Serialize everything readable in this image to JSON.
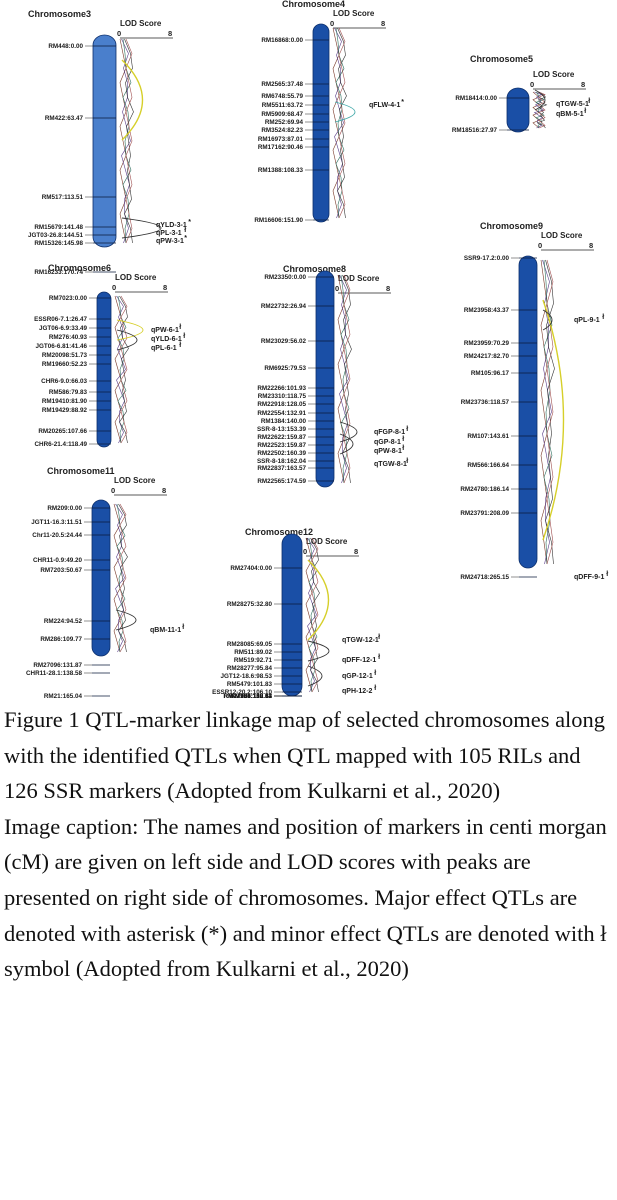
{
  "lod_axis_label": "LOD Score",
  "chromosomes": [
    {
      "title": "Chromosome3",
      "tick_lo": "0",
      "tick_hi": "8",
      "color": "#4a7fcc",
      "markers": [
        {
          "label": "RM448:0.00"
        },
        {
          "label": "RM422:63.47"
        },
        {
          "label": "RM517:113.51"
        },
        {
          "label": "RM15679:141.48"
        },
        {
          "label": "JGT03-26.8:144.51"
        },
        {
          "label": "RM15326:145.98"
        },
        {
          "label": "RM16233:170.74"
        }
      ],
      "qtls": [
        {
          "label": "qYLD-3-1",
          "mark": "*"
        },
        {
          "label": "qPL-3-1",
          "mark": "ł"
        },
        {
          "label": "qPW-3-1",
          "mark": "*"
        }
      ]
    },
    {
      "title": "Chromosome4",
      "tick_lo": "0",
      "tick_hi": "8",
      "color": "#1a4fa6",
      "markers": [
        {
          "label": "RM16868:0.00"
        },
        {
          "label": "RM2565:37.48"
        },
        {
          "label": "RM6748:55.79"
        },
        {
          "label": "RM5511:63.72"
        },
        {
          "label": "RM5909:68.47"
        },
        {
          "label": "RM252:69.94"
        },
        {
          "label": "RM3524:82.23"
        },
        {
          "label": "RM16973:87.01"
        },
        {
          "label": "RM17162:90.46"
        },
        {
          "label": "RM1388:108.33"
        },
        {
          "label": "RM16606:151.90"
        }
      ],
      "qtls": [
        {
          "label": "qFLW-4-1",
          "mark": "*"
        }
      ]
    },
    {
      "title": "Chromosome5",
      "tick_lo": "0",
      "tick_hi": "8",
      "color": "#1a4fa6",
      "markers": [
        {
          "label": "RM18414:0.00"
        },
        {
          "label": "RM18516:27.97"
        }
      ],
      "qtls": [
        {
          "label": "qTGW-5-1",
          "mark": "ł"
        },
        {
          "label": "qBM-5-1",
          "mark": "ł"
        }
      ]
    },
    {
      "title": "Chromosome6",
      "tick_lo": "0",
      "tick_hi": "8",
      "color": "#1a4fa6",
      "markers": [
        {
          "label": "RM7023:0.00"
        },
        {
          "label": "ESSR06-7.1:26.47"
        },
        {
          "label": "JGT06-6.9:33.49"
        },
        {
          "label": "RM276:40.93"
        },
        {
          "label": "JGT06-6.81:41.46"
        },
        {
          "label": "RM20098:51.73"
        },
        {
          "label": "RM19660:52.23"
        },
        {
          "label": "CHR6-9.0:66.03"
        },
        {
          "label": "RM586:79.83"
        },
        {
          "label": "RM19410:81.90"
        },
        {
          "label": "RM19429:88.92"
        },
        {
          "label": "RM20265:107.66"
        },
        {
          "label": "CHR6-21.4:118.49"
        }
      ],
      "qtls": [
        {
          "label": "qPW-6-1",
          "mark": "ł"
        },
        {
          "label": "qYLD-6-1",
          "mark": "ł"
        },
        {
          "label": "qPL-6-1",
          "mark": "ł"
        }
      ]
    },
    {
      "title": "Chromosome8",
      "tick_lo": "0",
      "tick_hi": "8",
      "color": "#1a4fa6",
      "markers": [
        {
          "label": "RM23350:0.00"
        },
        {
          "label": "RM22732:26.94"
        },
        {
          "label": "RM23029:56.02"
        },
        {
          "label": "RM6925:79.53"
        },
        {
          "label": "RM22266:101.93"
        },
        {
          "label": "RM23310:118.75"
        },
        {
          "label": "RM22918:128.05"
        },
        {
          "label": "RM22554:132.91"
        },
        {
          "label": "RM1384:140.00"
        },
        {
          "label": "SSR-8-13:153.39"
        },
        {
          "label": "RM22622:159.87"
        },
        {
          "label": "RM22523:159.87"
        },
        {
          "label": "RM22502:160.39"
        },
        {
          "label": "SSR-8-18:162.04"
        },
        {
          "label": "RM22837:163.57"
        },
        {
          "label": "RM22565:174.59"
        }
      ],
      "qtls": [
        {
          "label": "qFGP-8-1",
          "mark": "ł"
        },
        {
          "label": "qGP-8-1",
          "mark": "ł"
        },
        {
          "label": "qPW-8-1",
          "mark": "ł"
        },
        {
          "label": "qTGW-8-1",
          "mark": "ł"
        }
      ]
    },
    {
      "title": "Chromosome9",
      "tick_lo": "0",
      "tick_hi": "8",
      "color": "#1a4fa6",
      "markers": [
        {
          "label": "SSR9-17.2:0.00"
        },
        {
          "label": "RM23958:43.37"
        },
        {
          "label": "RM23959:70.29"
        },
        {
          "label": "RM24217:82.70"
        },
        {
          "label": "RM105:96.17"
        },
        {
          "label": "RM23736:118.57"
        },
        {
          "label": "RM107:143.61"
        },
        {
          "label": "RM566:166.64"
        },
        {
          "label": "RM24780:186.14"
        },
        {
          "label": "RM23791:208.09"
        },
        {
          "label": "RM24718:265.15"
        }
      ],
      "qtls": [
        {
          "label": "qPL-9-1",
          "mark": "ł"
        },
        {
          "label": "qDFF-9-1",
          "mark": "ł"
        }
      ]
    },
    {
      "title": "Chromosome11",
      "tick_lo": "0",
      "tick_hi": "8",
      "color": "#1a4fa6",
      "markers": [
        {
          "label": "RM209:0.00"
        },
        {
          "label": "JGT11-16.3:11.51"
        },
        {
          "label": "Chr11-20.5:24.44"
        },
        {
          "label": "CHR11-0.9:49.20"
        },
        {
          "label": "RM7203:50.67"
        },
        {
          "label": "RM224:94.52"
        },
        {
          "label": "RM286:109.77"
        },
        {
          "label": "RM27096:131.87"
        },
        {
          "label": "CHR11-28.1:138.58"
        },
        {
          "label": "RM21:165.04"
        }
      ],
      "qtls": [
        {
          "label": "qBM-11-1",
          "mark": "ł"
        }
      ]
    },
    {
      "title": "Chromosome12",
      "tick_lo": "0",
      "tick_hi": "8",
      "color": "#1a4fa6",
      "markers": [
        {
          "label": "RM27404:0.00"
        },
        {
          "label": "RM28275:32.80"
        },
        {
          "label": "RM28085:69.05"
        },
        {
          "label": "RM511:89.02"
        },
        {
          "label": "RM519:92.71"
        },
        {
          "label": "RM28277:95.84"
        },
        {
          "label": "JGT12-18.6:98.53"
        },
        {
          "label": "RM5479:101.83"
        },
        {
          "label": "ESSR12-20.2:106.10"
        },
        {
          "label": "RM101:109.13"
        },
        {
          "label": "RM27966:118.62"
        },
        {
          "label": "RM235:130.53"
        },
        {
          "label": "RM27920:152.84"
        }
      ],
      "qtls": [
        {
          "label": "qTGW-12-1",
          "mark": "ł"
        },
        {
          "label": "qDFF-12-1",
          "mark": "ł"
        },
        {
          "label": "qGP-12-1",
          "mark": "ł"
        },
        {
          "label": "qPH-12-2",
          "mark": "ł"
        }
      ]
    }
  ],
  "caption": {
    "figure": "Figure 1 QTL-marker linkage map of selected chromosomes along with the identified QTLs when QTL mapped with 105 RILs and 126 SSR markers (Adopted from Kulkarni et al., 2020)",
    "image_caption": "Image caption: The names and position of markers in centi morgan (cM) are given on left side and LOD scores with peaks are presented on right side of chromosomes. Major effect QTLs are denoted with asterisk (*) and minor effect QTLs are denoted with ł symbol (Adopted from Kulkarni et al., 2020)"
  }
}
